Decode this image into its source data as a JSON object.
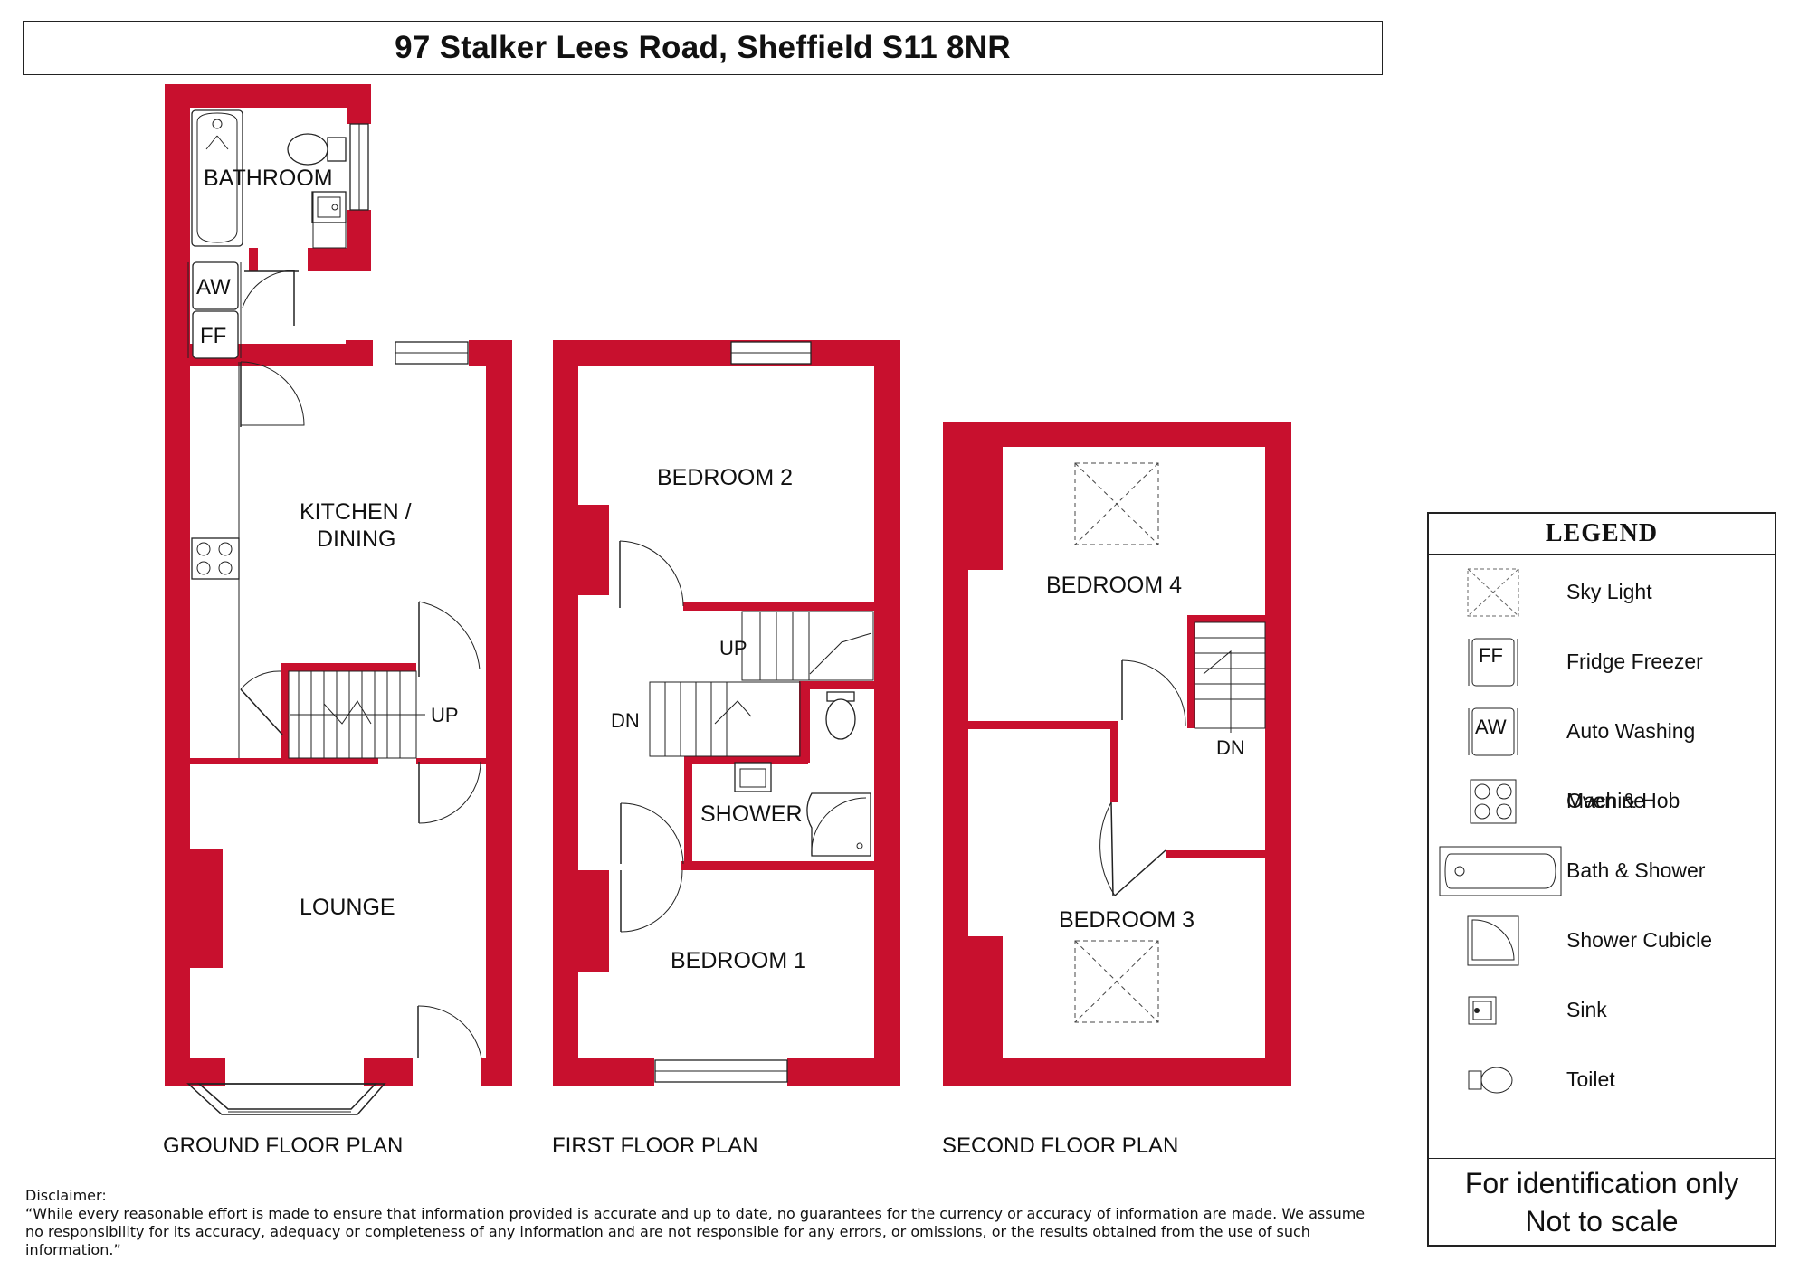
{
  "title": "97 Stalker Lees Road, Sheffield S11 8NR",
  "colors": {
    "wall": "#c8102e",
    "line": "#222222"
  },
  "floors": {
    "ground": {
      "label": "GROUND FLOOR PLAN",
      "rooms": {
        "bathroom": "BATHROOM",
        "kitchen_line1": "KITCHEN /",
        "kitchen_line2": "DINING",
        "lounge": "LOUNGE"
      },
      "appliances": {
        "aw": "AW",
        "ff": "FF"
      },
      "stairs": "UP"
    },
    "first": {
      "label": "FIRST FLOOR PLAN",
      "rooms": {
        "bedroom2": "BEDROOM 2",
        "shower": "SHOWER",
        "bedroom1": "BEDROOM 1"
      },
      "stairs_up": "UP",
      "stairs_down": "DN"
    },
    "second": {
      "label": "SECOND FLOOR PLAN",
      "rooms": {
        "bedroom4": "BEDROOM 4",
        "bedroom3": "BEDROOM 3"
      },
      "stairs_down": "DN"
    }
  },
  "legend": {
    "title": "LEGEND",
    "items": [
      {
        "label": "Sky Light",
        "icon": "skylight-icon"
      },
      {
        "label": "Fridge Freezer",
        "icon": "fridge-freezer-icon",
        "code": "FF"
      },
      {
        "label": "Auto Washing Machine",
        "icon": "washing-machine-icon",
        "code": "AW"
      },
      {
        "label": "Oven & Hob",
        "icon": "oven-hob-icon"
      },
      {
        "label": "Bath & Shower",
        "icon": "bath-icon"
      },
      {
        "label": "Shower Cubicle",
        "icon": "shower-cubicle-icon"
      },
      {
        "label": "Sink",
        "icon": "sink-icon"
      },
      {
        "label": "Toilet",
        "icon": "toilet-icon"
      }
    ],
    "footer_line1": "For identification only",
    "footer_line2": "Not to scale"
  },
  "disclaimer": {
    "heading": "Disclaimer:",
    "text": "“While every reasonable effort is made to ensure that information provided is accurate and up to date, no guarantees for the currency or accuracy of information are made. We assume no responsibility for its accuracy, adequacy or completeness of any information and are not responsible for any errors, or omissions, or the results obtained from the use of such information.”"
  }
}
